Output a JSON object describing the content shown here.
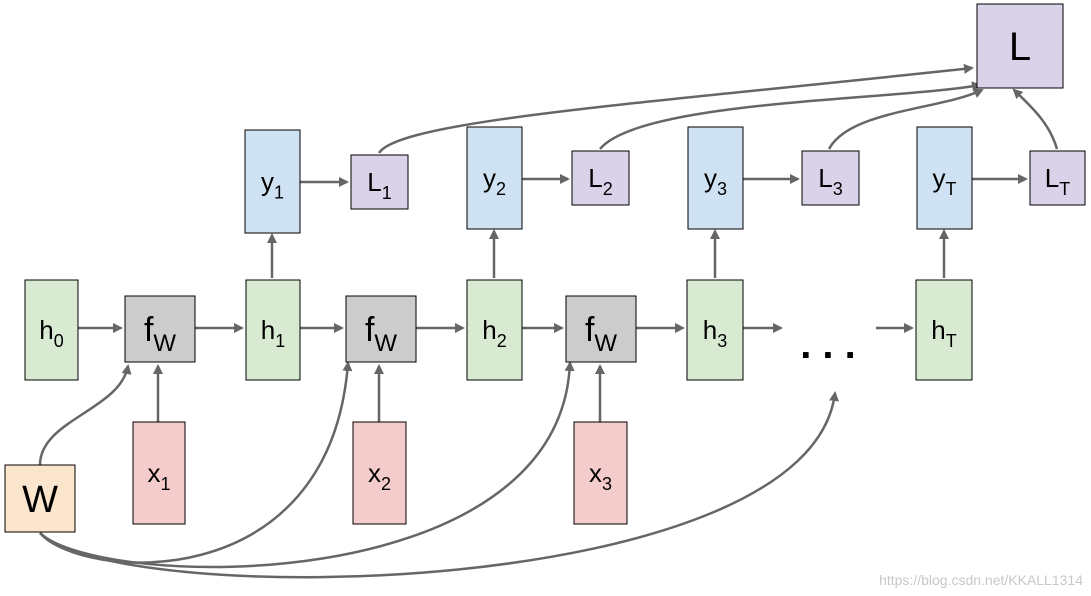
{
  "colors": {
    "hidden": "#d9ead3",
    "output": "#cfe2f3",
    "loss": "#d9d2e9",
    "input": "#f4cccc",
    "func": "#cccccc",
    "weight": "#fce5cd",
    "arrow": "#666666",
    "border": "#000000"
  },
  "nodes": {
    "h0": {
      "main": "h",
      "sub": "0"
    },
    "h1": {
      "main": "h",
      "sub": "1"
    },
    "h2": {
      "main": "h",
      "sub": "2"
    },
    "h3": {
      "main": "h",
      "sub": "3"
    },
    "hT": {
      "main": "h",
      "sub": "T"
    },
    "f1": {
      "main": "f",
      "sub": "W"
    },
    "f2": {
      "main": "f",
      "sub": "W"
    },
    "f3": {
      "main": "f",
      "sub": "W"
    },
    "x1": {
      "main": "x",
      "sub": "1"
    },
    "x2": {
      "main": "x",
      "sub": "2"
    },
    "x3": {
      "main": "x",
      "sub": "3"
    },
    "y1": {
      "main": "y",
      "sub": "1"
    },
    "y2": {
      "main": "y",
      "sub": "2"
    },
    "y3": {
      "main": "y",
      "sub": "3"
    },
    "yT": {
      "main": "y",
      "sub": "T"
    },
    "L1": {
      "main": "L",
      "sub": "1"
    },
    "L2": {
      "main": "L",
      "sub": "2"
    },
    "L3": {
      "main": "L",
      "sub": "3"
    },
    "LT": {
      "main": "L",
      "sub": "T"
    },
    "L": {
      "main": "L",
      "sub": ""
    },
    "W": {
      "main": "W",
      "sub": ""
    }
  },
  "ellipsis": ". . .",
  "watermark": "https://blog.csdn.net/KKALL1314"
}
